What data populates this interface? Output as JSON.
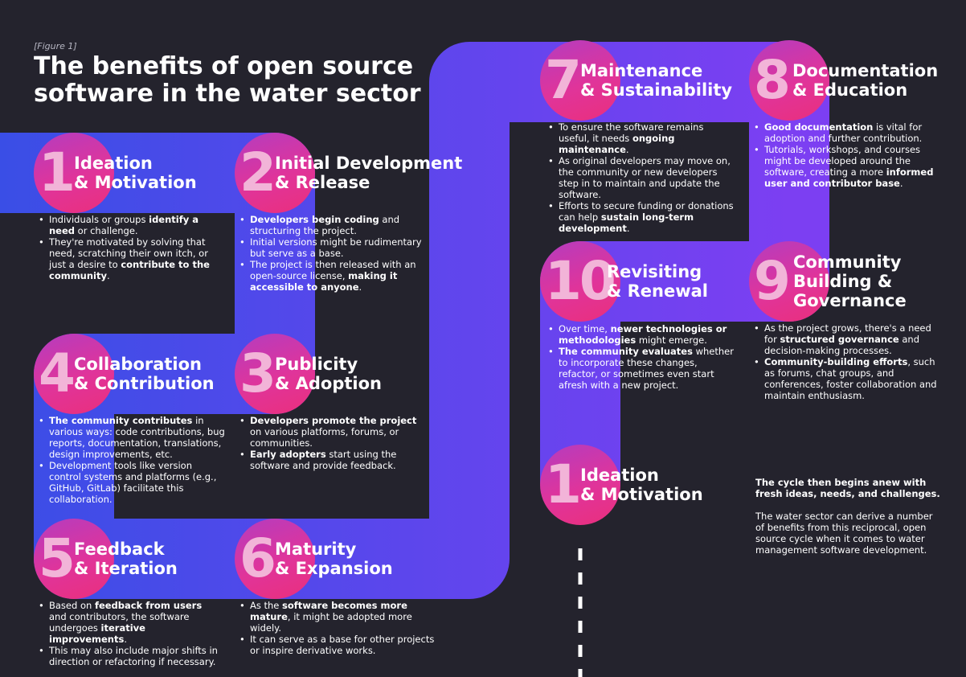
{
  "header": {
    "figure_label": "[Figure 1]",
    "title": "The benefits of open source software in the water sector"
  },
  "colors": {
    "background": "#24232d",
    "path_start": "#3a4ee6",
    "path_end": "#7c3ff2",
    "badge_top": "#b43cc0",
    "badge_bottom": "#ea2f7c",
    "number_tint": "#f2b4d8",
    "text": "#ffffff"
  },
  "stages": [
    {
      "number": "1",
      "title_lines": [
        "Ideation",
        "& Motivation"
      ],
      "bullets": [
        [
          {
            "t": "Individuals or groups "
          },
          {
            "t": "identify a need",
            "b": true
          },
          {
            "t": " or challenge."
          }
        ],
        [
          {
            "t": "They're motivated by solving that need, scratching their own itch, or just a desire to "
          },
          {
            "t": "contribute to the community",
            "b": true
          },
          {
            "t": "."
          }
        ]
      ]
    },
    {
      "number": "2",
      "title_lines": [
        "Initial Development",
        "& Release"
      ],
      "bullets": [
        [
          {
            "t": "Developers begin coding",
            "b": true
          },
          {
            "t": " and structuring the project."
          }
        ],
        [
          {
            "t": "Initial versions might be rudimentary but serve as a base."
          }
        ],
        [
          {
            "t": "The project is then released with an open-source license, "
          },
          {
            "t": "making it accessible to anyone",
            "b": true
          },
          {
            "t": "."
          }
        ]
      ]
    },
    {
      "number": "3",
      "title_lines": [
        "Publicity",
        "& Adoption"
      ],
      "bullets": [
        [
          {
            "t": "Developers promote the project",
            "b": true
          },
          {
            "t": " on various platforms, forums, or communities."
          }
        ],
        [
          {
            "t": "Early adopters",
            "b": true
          },
          {
            "t": " start using the software and provide feedback."
          }
        ]
      ]
    },
    {
      "number": "4",
      "title_lines": [
        "Collaboration",
        "& Contribution"
      ],
      "bullets": [
        [
          {
            "t": "The community contributes",
            "b": true
          },
          {
            "t": " in various ways: code contributions, bug reports, documentation, translations, design improvements, etc."
          }
        ],
        [
          {
            "t": "Development tools like version control systems and platforms (e.g., GitHub, GitLab) facilitate this collaboration."
          }
        ]
      ]
    },
    {
      "number": "5",
      "title_lines": [
        "Feedback",
        "& Iteration"
      ],
      "bullets": [
        [
          {
            "t": "Based on "
          },
          {
            "t": "feedback from users",
            "b": true
          },
          {
            "t": " and contributors, the software undergoes "
          },
          {
            "t": "iterative improvements",
            "b": true
          },
          {
            "t": "."
          }
        ],
        [
          {
            "t": "This may also include major shifts in direction or refactoring if necessary."
          }
        ]
      ]
    },
    {
      "number": "6",
      "title_lines": [
        "Maturity",
        "& Expansion"
      ],
      "bullets": [
        [
          {
            "t": "As the "
          },
          {
            "t": "software becomes more mature",
            "b": true
          },
          {
            "t": ", it might be adopted more widely."
          }
        ],
        [
          {
            "t": "It can serve as a base for other projects or inspire derivative works."
          }
        ]
      ]
    },
    {
      "number": "7",
      "title_lines": [
        "Maintenance",
        "& Sustainability"
      ],
      "bullets": [
        [
          {
            "t": "To ensure the software remains useful, it needs "
          },
          {
            "t": "ongoing maintenance",
            "b": true
          },
          {
            "t": "."
          }
        ],
        [
          {
            "t": "As original developers may move on, the community or new developers step in to maintain and update the software."
          }
        ],
        [
          {
            "t": "Efforts to secure funding or donations can help "
          },
          {
            "t": "sustain long-term development",
            "b": true
          },
          {
            "t": "."
          }
        ]
      ]
    },
    {
      "number": "8",
      "title_lines": [
        "Documentation",
        "& Education"
      ],
      "bullets": [
        [
          {
            "t": "Good documentation",
            "b": true
          },
          {
            "t": " is vital for adoption and further contribution."
          }
        ],
        [
          {
            "t": "Tutorials, workshops, and courses might be developed around the software, creating a more "
          },
          {
            "t": "informed user and contributor base",
            "b": true
          },
          {
            "t": "."
          }
        ]
      ]
    },
    {
      "number": "9",
      "title_lines": [
        "Community",
        "Building &",
        "Governance"
      ],
      "bullets": [
        [
          {
            "t": "As the project grows, there's a need for "
          },
          {
            "t": "structured governance",
            "b": true
          },
          {
            "t": " and decision-making processes."
          }
        ],
        [
          {
            "t": "Community-building efforts",
            "b": true
          },
          {
            "t": ", such as forums, chat groups, and conferences, foster collaboration and maintain enthusiasm."
          }
        ]
      ]
    },
    {
      "number": "10",
      "title_lines": [
        "Revisiting",
        "& Renewal"
      ],
      "bullets": [
        [
          {
            "t": "Over time, "
          },
          {
            "t": "newer technologies or methodologies",
            "b": true
          },
          {
            "t": " might emerge."
          }
        ],
        [
          {
            "t": "The community evaluates",
            "b": true
          },
          {
            "t": " whether to incorporate these changes, refactor, or sometimes even start afresh with a new project."
          }
        ]
      ]
    },
    {
      "number": "1",
      "title_lines": [
        "Ideation",
        "& Motivation"
      ],
      "bullets": []
    }
  ],
  "outro": {
    "lead": "The cycle then begins anew with fresh ideas, needs, and challenges.",
    "body": "The water sector can derive a number of benefits from this reciprocal, open source cycle when it comes to water management software development."
  }
}
